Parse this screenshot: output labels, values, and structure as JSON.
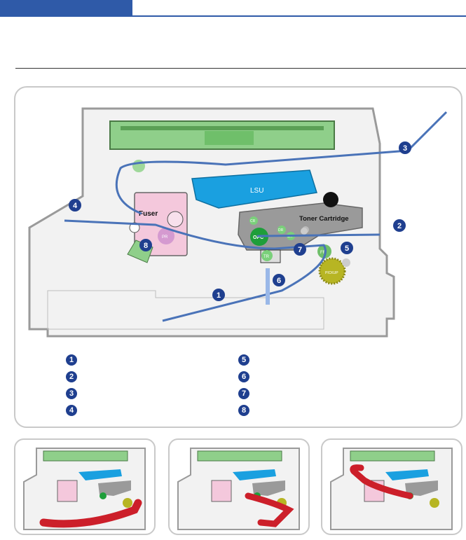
{
  "diagram": {
    "labels": {
      "lsu": "LSU",
      "toner_cartridge": "Toner Cartridge",
      "fuser": "Fuser",
      "opc": "OPC",
      "cr": "CR",
      "dr": "DR",
      "sr": "SR",
      "tr": "TR",
      "fr": "FR",
      "pr": "PR",
      "pickup": "PICKUP"
    },
    "callouts": [
      "1",
      "2",
      "3",
      "4",
      "5",
      "6",
      "7",
      "8"
    ]
  },
  "legend": {
    "left": [
      "1",
      "2",
      "3",
      "4"
    ],
    "right": [
      "5",
      "6",
      "7",
      "8"
    ]
  },
  "colors": {
    "header": "#2f5aa8",
    "path": "#4a73b8",
    "lsu": "#1aa0e0",
    "board": "#8fcf8a",
    "callout": "#1f3f8f",
    "paper_red": "#cc1f2a"
  }
}
